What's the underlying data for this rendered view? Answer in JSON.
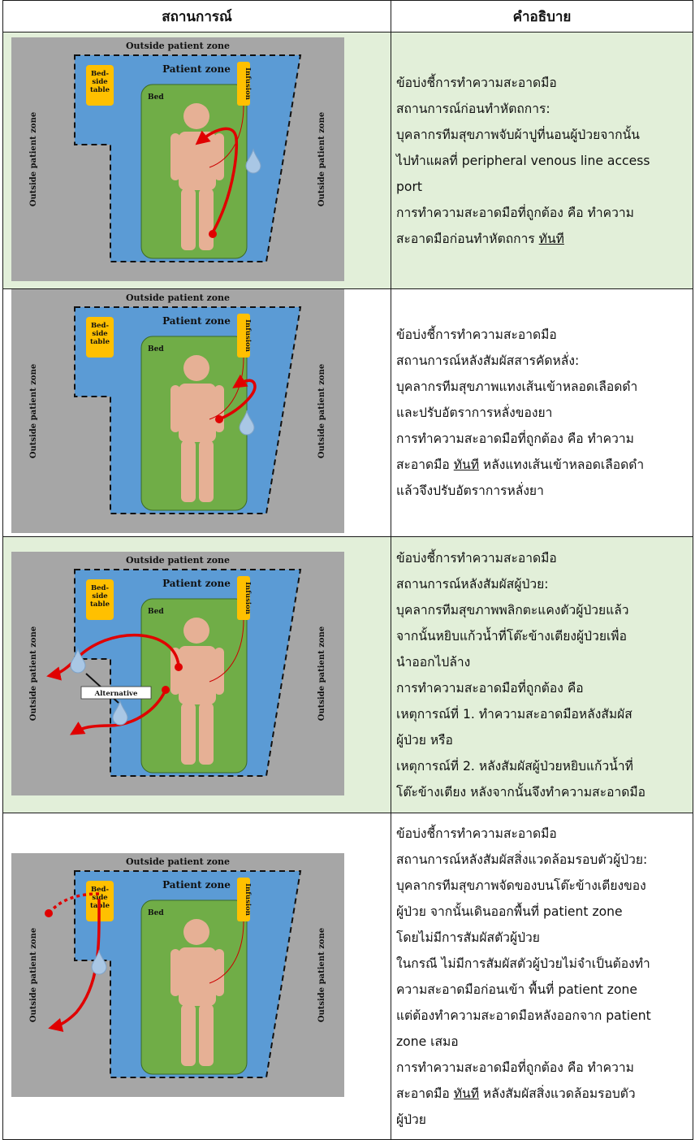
{
  "header": {
    "col1": "สถานการณ์",
    "col2": "คำอธิบาย"
  },
  "diagram_labels": {
    "outside_patient_zone": "Outside patient zone",
    "patient_zone": "Patient zone",
    "bedside_table": [
      "Bed-",
      "side",
      "table"
    ],
    "bed": "Bed",
    "infusion": "Infusion",
    "alternative": "Alternative"
  },
  "colors": {
    "gray": "#a6a6a6",
    "blue": "#5b9bd5",
    "bed_green": "#70ad47",
    "table_yellow": "#ffc000",
    "arrow_red": "#e00000",
    "row_green": "#e2efd9"
  },
  "rows": [
    {
      "lines": [
        "ข้อบ่งชี้การทำความสะอาดมือ",
        "สถานการณ์ก่อนทำหัตถการ:",
        "บุคลากรทีมสุขภาพจับผ้าปูที่นอนผู้ป่วยจากนั้น",
        "ไปทำแผลที่ peripheral venous line access",
        "port",
        "การทำความสะอาดมือที่ถูกต้อง คือ ทำความ",
        "สะอาดมือก่อนทำหัตถการ "
      ],
      "underline": "ทันที"
    },
    {
      "lines": [
        "ข้อบ่งชี้การทำความสะอาดมือ",
        "สถานการณ์หลังสัมผัสสารคัดหลั่ง:",
        "บุคลากรทีมสุขภาพแทงเส้นเข้าหลอดเลือดดำ",
        "และปรับอัตราการหลั่งของยา",
        "การทำความสะอาดมือที่ถูกต้อง คือ ทำความ"
      ],
      "pre": "สะอาดมือ ",
      "underline": "ทันที",
      "post": " หลังแทงเส้นเข้าหลอดเลือดดำ",
      "last": "แล้วจึงปรับอัตราการหลั่งยา"
    },
    {
      "lines": [
        "ข้อบ่งชี้การทำความสะอาดมือ",
        "สถานการณ์หลังสัมผัสผู้ป่วย:",
        "บุคลากรทีมสุขภาพพลิกตะแคงตัวผู้ป่วยแล้ว",
        "จากนั้นหยิบแก้วน้ำที่โต๊ะข้างเตียงผู้ป่วยเพื่อ",
        "นำออกไปล้าง",
        "การทำความสะอาดมือที่ถูกต้อง คือ",
        "เหตุการณ์ที่ 1. ทำความสะอาดมือหลังสัมผัส",
        "ผู้ป่วย หรือ",
        "เหตุการณ์ที่ 2. หลังสัมผัสผู้ป่วยหยิบแก้วน้ำที่",
        "โต๊ะข้างเตียง หลังจากนั้นจึงทำความสะอาดมือ"
      ]
    },
    {
      "lines": [
        "ข้อบ่งชี้การทำความสะอาดมือ",
        "สถานการณ์หลังสัมผัสสิ่งแวดล้อมรอบตัวผู้ป่วย:",
        "บุคลากรทีมสุขภาพจัดของบนโต๊ะข้างเตียงของ",
        "ผู้ป่วย จากนั้นเดินออกพื้นที่ patient zone",
        "โดยไม่มีการสัมผัสตัวผู้ป่วย",
        "ในกรณี ไม่มีการสัมผัสตัวผู้ป่วยไม่จำเป็นต้องทำ",
        "ความสะอาดมือก่อนเข้า พื้นที่ patient zone",
        "แต่ต้องทำความสะอาดมือหลังออกจาก patient",
        "zone เสมอ",
        "การทำความสะอาดมือที่ถูกต้อง คือ ทำความ"
      ],
      "pre": "สะอาดมือ ",
      "underline": "ทันที",
      "post": " หลังสัมผัสสิ่งแวดล้อมรอบตัว",
      "last": "ผู้ป่วย"
    }
  ]
}
